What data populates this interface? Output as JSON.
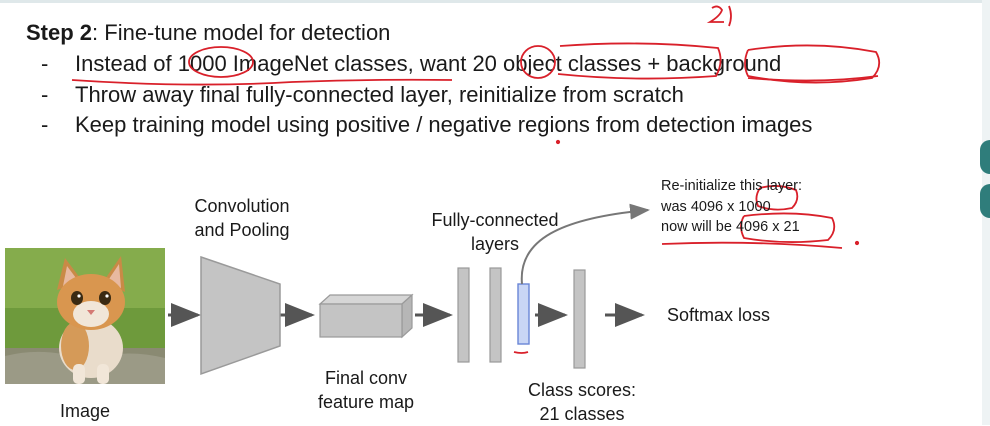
{
  "header": {
    "step_label": "Step 2",
    "step_text": ": Fine-tune model for detection"
  },
  "bullets": [
    {
      "dash": "-",
      "text": "Instead of 1000 ImageNet classes, want 20 object classes + background"
    },
    {
      "dash": "-",
      "text": "Throw away final fully-connected layer, reinitialize from scratch"
    },
    {
      "dash": "-",
      "text": "Keep training model using positive / negative regions from detection images"
    }
  ],
  "diagram": {
    "image_label": "Image",
    "conv_label_1": "Convolution",
    "conv_label_2": "and Pooling",
    "feature_label_1": "Final conv",
    "feature_label_2": "feature map",
    "fc_label_1": "Fully-connected",
    "fc_label_2": "layers",
    "scores_label_1": "Class scores:",
    "scores_label_2": "21 classes",
    "softmax_label": "Softmax loss",
    "note_line_1": "Re-initialize this layer:",
    "note_line_2": "was 4096 x 1000",
    "note_line_3": "now will be 4096 x 21"
  },
  "annotations": {
    "handwritten_number": "2)"
  },
  "colors": {
    "annotation_red": "#d9202a",
    "box_gray": "#c4c4c4",
    "highlight_layer": "#c9d6f5",
    "side_tab": "#2f7d7b"
  }
}
